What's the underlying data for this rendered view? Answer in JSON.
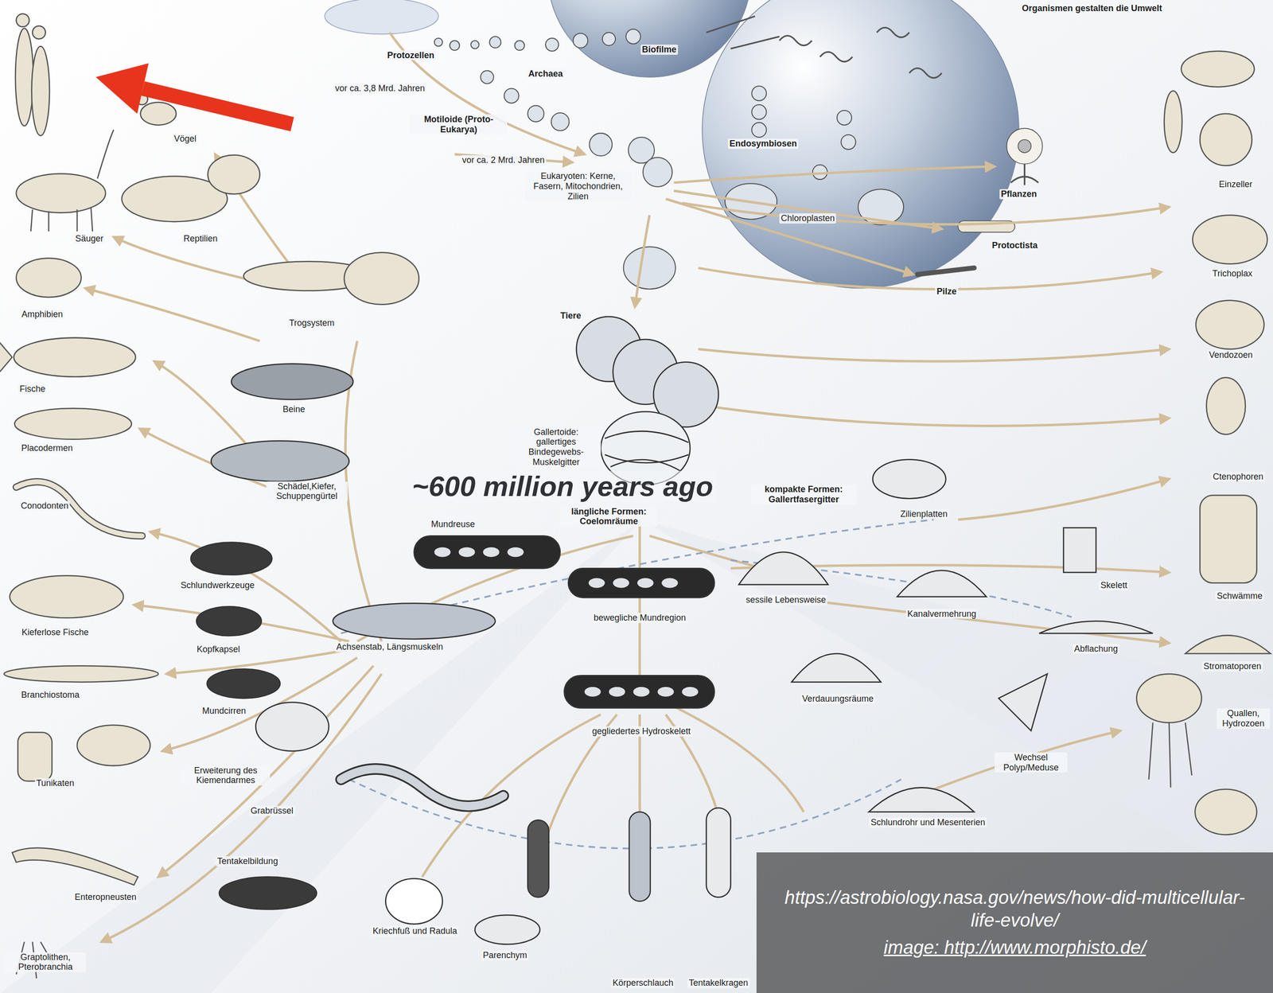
{
  "diagram": {
    "nodes": [
      {
        "text": [
          "https://astrobiology.nasa.gov/news/how-did-multicellular-life-evolve/",
          "image: http://www.morphisto.de/"
        ]
      }
    ],
    "labels": [
      "Organismen gestalten die Umwelt",
      "Protozellen",
      "Biofilme",
      "Archaea",
      "vor ca. 3,8 Mrd. Jahren",
      "Motiloide (Proto-Eukarya)",
      "vor ca. 2 Mrd. Jahren",
      "Eukaryoten: Kerne, Fasern, Mitochondrien, Zilien",
      "Endosymbiosen",
      "Pflanzen",
      "Chloroplasten",
      "Protoctista",
      "Pilze",
      "Vögel",
      "Säuger",
      "Reptilien",
      "Amphibien",
      "Trogsystem",
      "Tiere",
      "Fische",
      "Beine",
      "Placodermen",
      "Gallertoide: gallertiges Bindegewebs-Muskelgitter",
      "~600 million years ago",
      "Schädel,Kiefer, Schuppengürtel",
      "kompakte Formen: Gallertfasergitter",
      "längliche Formen: Coelomräume",
      "Conodonten",
      "Zilienplatten",
      "Ctenophoren",
      "Mundreuse",
      "Schlundwerkzeuge",
      "sessile Lebensweise",
      "Skelett",
      "Kanalvermehrung",
      "Schwämme",
      "Kieferlose Fische",
      "bewegliche Mundregion",
      "Achsenstab, Längsmuskeln",
      "Kopfkapsel",
      "Abflachung",
      "Stromatoporen",
      "Branchiostoma",
      "Verdauungsräume",
      "Mundcirren",
      "Quallen, Hydrozoen",
      "gegliedertes Hydroskelett",
      "Erweiterung des Kiemendarmes",
      "Tunikaten",
      "Wechsel Polyp/Meduse",
      "Grabrüssel",
      "Schlundrohr und Mesenterien",
      "Tentakelbildung",
      "Enteropneusten",
      "Kriechfuß und Radula",
      "Parenchym",
      "Graptolithen, Pterobranchia",
      "Körperschlauch",
      "Tentakelkragen",
      "Einzeller",
      "Trichoplax",
      "Vendozoen"
    ]
  }
}
